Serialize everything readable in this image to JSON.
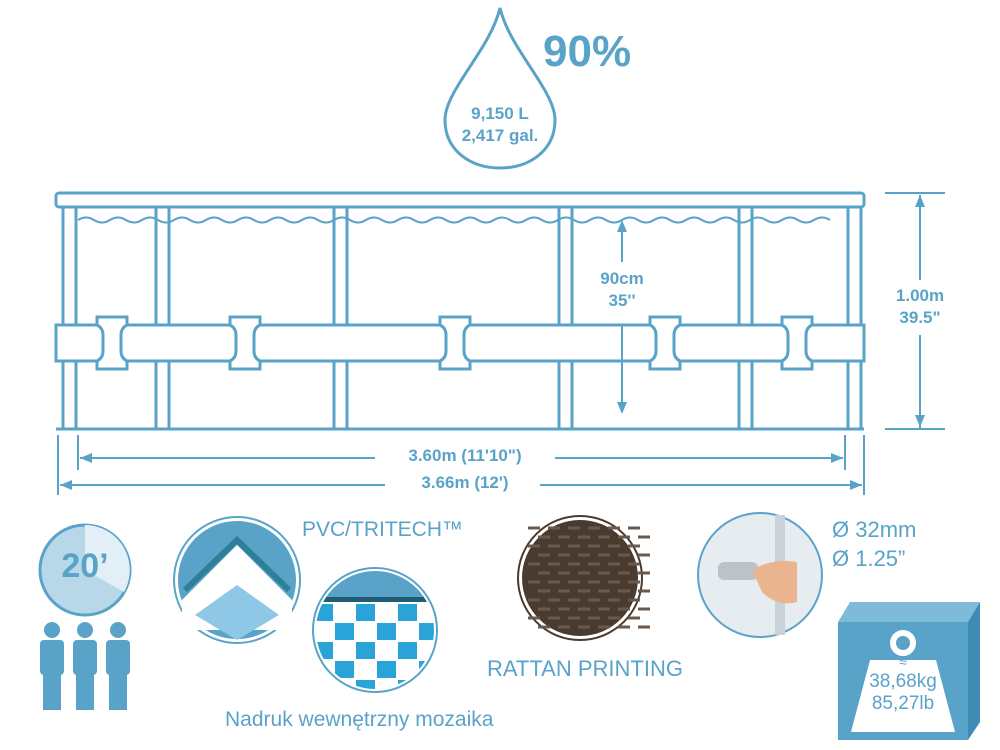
{
  "colors": {
    "primary": "#5aa3c8",
    "rattan": "#4a3b30"
  },
  "water": {
    "percent": "90%",
    "liters": "9,150 L",
    "gallons": "2,417 gal."
  },
  "dimensions": {
    "water_depth_cm": "90cm",
    "water_depth_in": "35''",
    "height_m": "1.00m",
    "height_in": "39.5\"",
    "inner_width": "3.60m (11'10\")",
    "outer_width": "3.66m (12')"
  },
  "features": {
    "setup_time": "20’",
    "material": "PVC/TRITECH™",
    "mosaic": "Nadruk wewnętrzny mozaika",
    "rattan": "RATTAN PRINTING",
    "valve_mm": "Ø 32mm",
    "valve_in": "Ø 1.25”",
    "weight_approx": "≈",
    "weight_kg": "38,68kg",
    "weight_lb": "85,27lb"
  }
}
